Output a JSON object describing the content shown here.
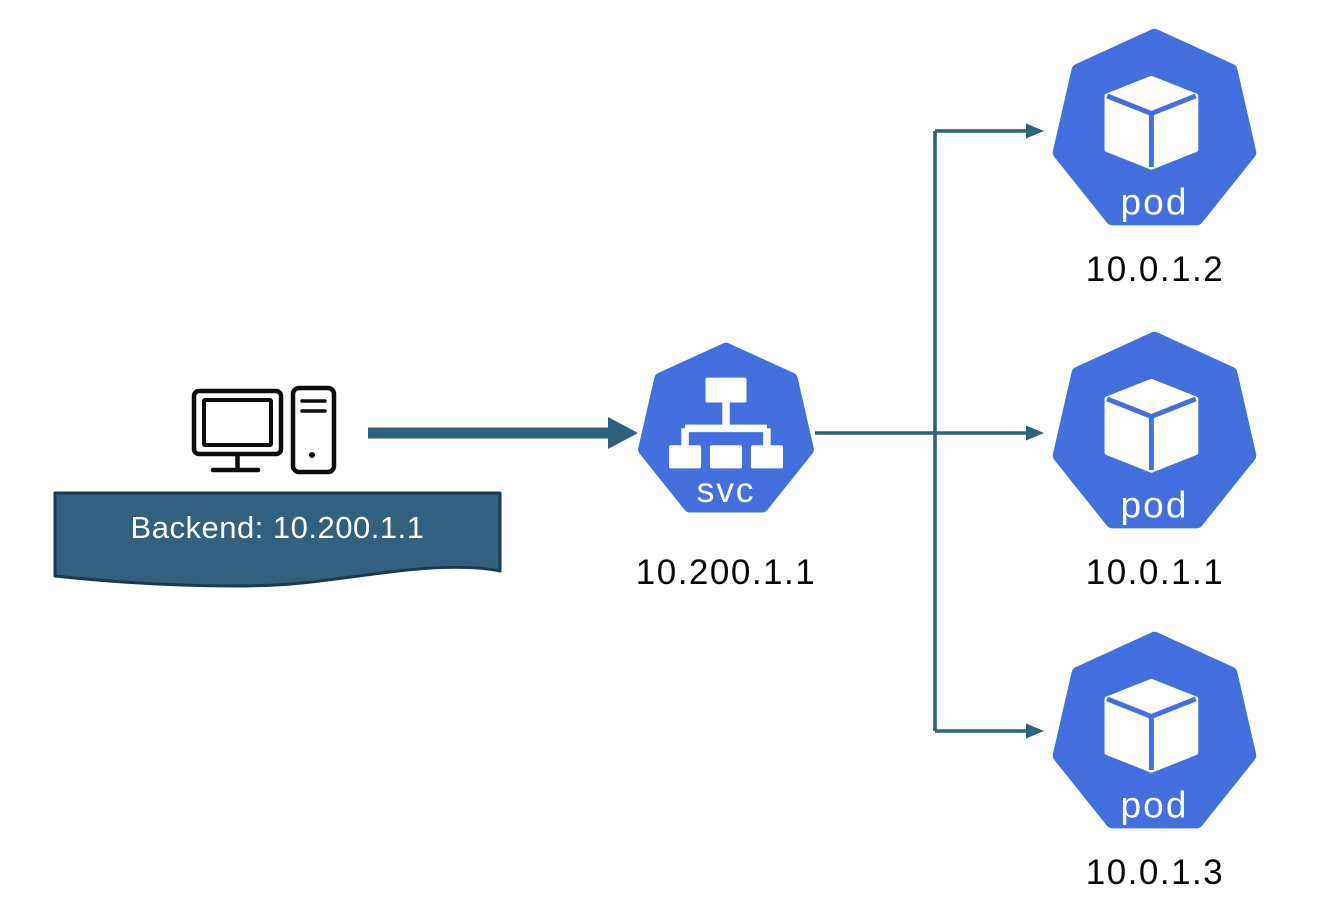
{
  "diagram": {
    "type": "kubernetes-service-load-balancing",
    "client": {
      "icon": "desktop-computer-icon",
      "banner_label": "Backend: 10.200.1.1"
    },
    "service": {
      "icon": "kubernetes-service-heptagon-icon",
      "icon_label": "svc",
      "ip": "10.200.1.1"
    },
    "pods": [
      {
        "icon": "kubernetes-pod-heptagon-icon",
        "icon_label": "pod",
        "ip": "10.0.1.2"
      },
      {
        "icon": "kubernetes-pod-heptagon-icon",
        "icon_label": "pod",
        "ip": "10.0.1.1"
      },
      {
        "icon": "kubernetes-pod-heptagon-icon",
        "icon_label": "pod",
        "ip": "10.0.1.3"
      }
    ],
    "edges": [
      {
        "from": "client-computer",
        "to": "service",
        "style": "thick-arrow"
      },
      {
        "from": "service",
        "to": "pod-10.0.1.2",
        "style": "thin-arrow"
      },
      {
        "from": "service",
        "to": "pod-10.0.1.1",
        "style": "thin-arrow"
      },
      {
        "from": "service",
        "to": "pod-10.0.1.3",
        "style": "thin-arrow"
      }
    ],
    "colors": {
      "kubernetes_blue": "#4370DE",
      "connector_teal": "#2E617E",
      "banner_fill": "#31617F",
      "banner_border": "#1B3A52",
      "label_text": "#060606",
      "icon_text": "#FFFFFF",
      "computer_outline": "#0D0D0D"
    }
  }
}
